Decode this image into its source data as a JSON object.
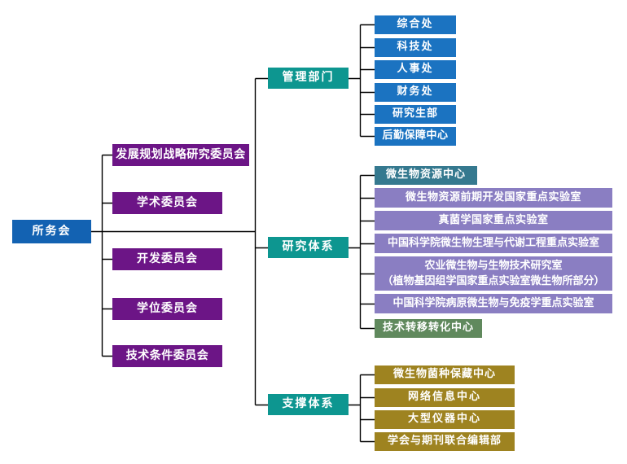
{
  "org": {
    "root": {
      "label": "所务会"
    },
    "committees": [
      {
        "label": "发展规划战略研究委员会"
      },
      {
        "label": "学术委员会"
      },
      {
        "label": "开发委员会"
      },
      {
        "label": "学位委员会"
      },
      {
        "label": "技术条件委员会"
      }
    ],
    "branches": [
      {
        "label": "管理部门",
        "children": [
          {
            "label": "综合处"
          },
          {
            "label": "科技处"
          },
          {
            "label": "人事处"
          },
          {
            "label": "财务处"
          },
          {
            "label": "研究生部"
          },
          {
            "label": "后勤保障中心"
          }
        ]
      },
      {
        "label": "研究体系",
        "children": [
          {
            "label": "微生物资源中心"
          },
          {
            "label": "微生物资源前期开发国家重点实验室"
          },
          {
            "label": "真菌学国家重点实验室"
          },
          {
            "label": "中国科学院微生物生理与代谢工程重点实验室"
          },
          {
            "label": "农业微生物与生物技术研究室\n（植物基因组学国家重点实验室微生物所部分）"
          },
          {
            "label": "中国科学院病原微生物与免疫学重点实验室"
          },
          {
            "label": "技术转移转化中心"
          }
        ]
      },
      {
        "label": "支撑体系",
        "children": [
          {
            "label": "微生物菌种保藏中心"
          },
          {
            "label": "网络信息中心"
          },
          {
            "label": "大型仪器中心"
          },
          {
            "label": "学会与期刊联合编辑部"
          }
        ]
      }
    ]
  },
  "colors": {
    "background": "#ffffff",
    "text": "#ffffff",
    "line": "#000000",
    "root_blue": "#1362B2",
    "child_blue": "#1B73C1",
    "committee_purple": "#6C1586",
    "branch_teal": "#0D9690",
    "steel_blue": "#35798F",
    "light_purple": "#8A7EC2",
    "green": "#60895D",
    "gold": "#9E8320"
  }
}
